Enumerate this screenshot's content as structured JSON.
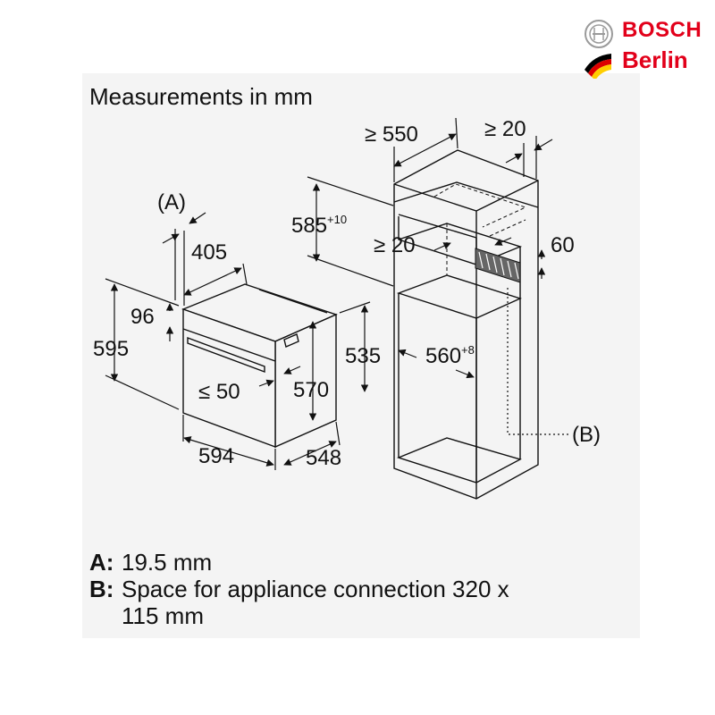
{
  "brand": {
    "name": "BOSCH",
    "city": "Berlin",
    "colors": {
      "red": "#e2001a",
      "flag_black": "#000000",
      "flag_red": "#dd0000",
      "flag_gold": "#ffce00"
    }
  },
  "heading": "Measurements in mm",
  "dimensions": {
    "a_label": "(A)",
    "b_label": "(B)",
    "oven_depth_top": "405",
    "panel_height": "96",
    "oven_total_height": "595",
    "handle_gap": "≤ 50",
    "oven_inner_height": "570",
    "oven_body_height": "535",
    "oven_width": "594",
    "oven_depth": "548",
    "niche_depth": "≥ 550",
    "top_gap": "≥ 20",
    "niche_height": "585",
    "niche_height_tol": "+10",
    "vent_gap": "≥ 20",
    "vent_height": "60",
    "niche_width": "560",
    "niche_width_tol": "+8"
  },
  "notes": [
    {
      "key": "A:",
      "text": "19.5 mm"
    },
    {
      "key": "B:",
      "text": "Space for appliance connection 320 x",
      "continuation": "115 mm"
    }
  ]
}
